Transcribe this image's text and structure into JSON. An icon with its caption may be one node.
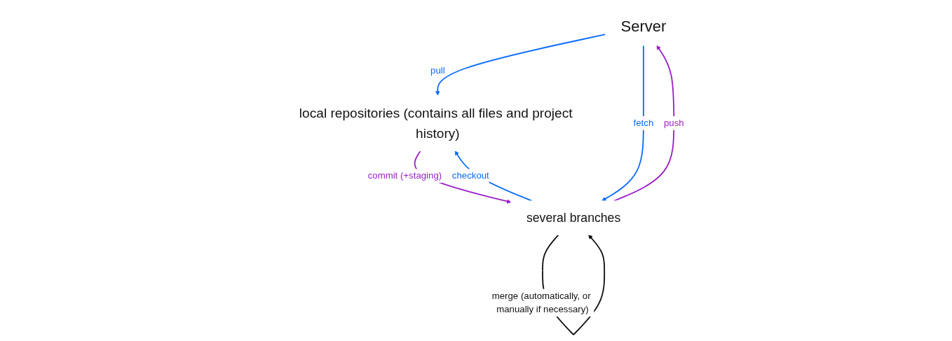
{
  "diagram": {
    "nodes": [
      {
        "text": [
          "Server"
        ]
      },
      {
        "text": [
          "several branches"
        ]
      },
      {
        "text": [
          "local repositories (contains all files and project history)"
        ]
      }
    ],
    "edges": [
      {
        "from": 0,
        "to": 2,
        "arrow": "to",
        "label": "pull"
      },
      {
        "from": 0,
        "to": 1,
        "arrow": "to",
        "label": "fetch"
      },
      {
        "from": 1,
        "to": 0,
        "arrow": "to",
        "label": "push",
        "color": "#9b1fc9"
      },
      {
        "from": 1,
        "to": 2,
        "arrow": "to",
        "label": "checkout"
      },
      {
        "from": 2,
        "to": 1,
        "arrow": "to",
        "label": "commit (+staging)",
        "color": "#9b1fc9"
      },
      {
        "from": 1,
        "to": 1,
        "arrow": "to",
        "label": "merge (automatically, or manually if necessary)",
        "color": "#111111"
      }
    ]
  }
}
